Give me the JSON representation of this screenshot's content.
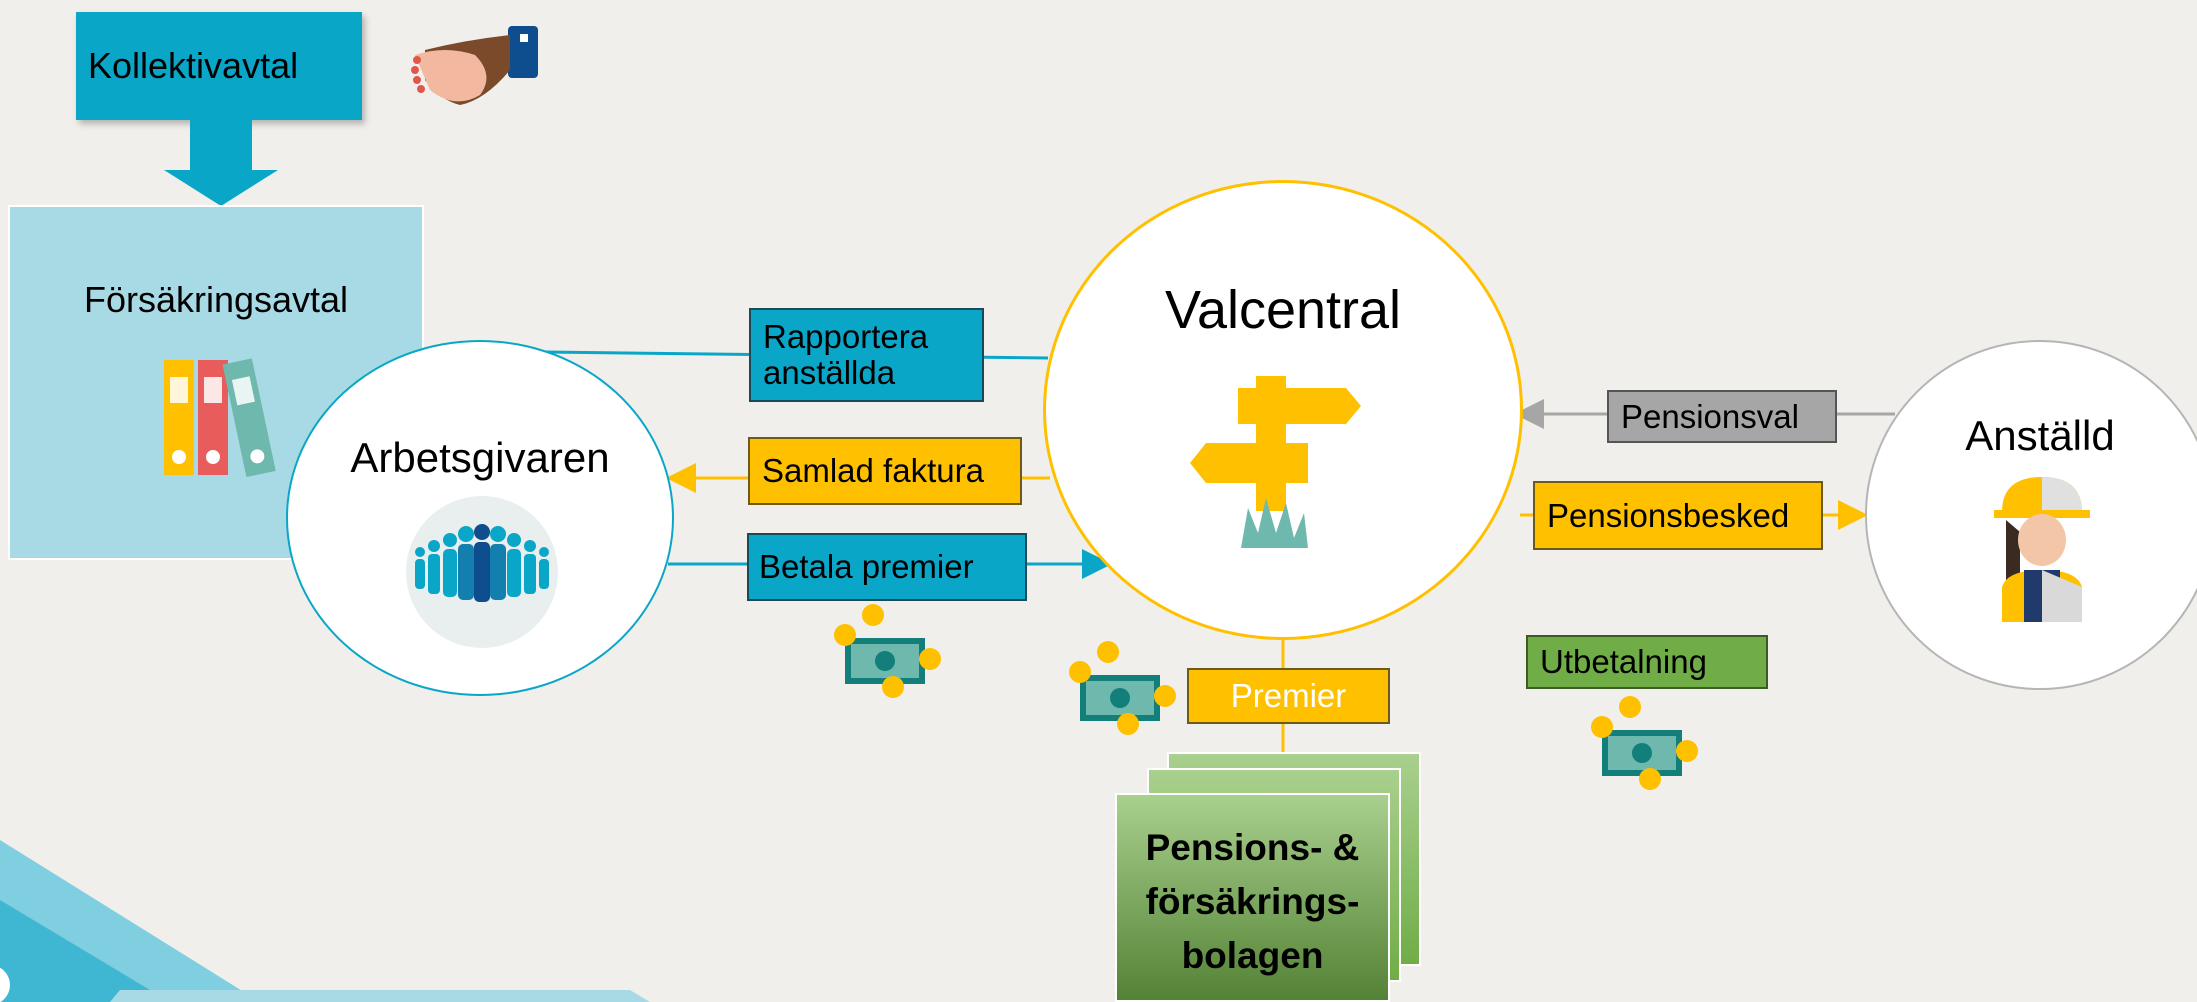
{
  "colors": {
    "background": "#f1efeb",
    "teal": "#0aa6c8",
    "yellow": "#ffc000",
    "gray": "#a6a6a6",
    "green": "#70ad47",
    "light_blue_panel": "#a8dae6"
  },
  "nodes": {
    "kollektivavtal": "Kollektivavtal",
    "forsakringsavtal": "Försäkringsavtal",
    "arbetsgivaren": "Arbetsgivaren",
    "valcentral": "Valcentral",
    "anstalld": "Anställd",
    "bolagen_line1": "Pensions- &",
    "bolagen_line2": "försäkrings-",
    "bolagen_line3": "bolagen"
  },
  "flows": {
    "rapportera_line1": "Rapportera",
    "rapportera_line2": "anställda",
    "samlad_faktura": "Samlad faktura",
    "betala_premier": "Betala premier",
    "pensionsval": "Pensionsval",
    "pensionsbesked": "Pensionsbesked",
    "premier": "Premier",
    "utbetalning": "Utbetalning"
  },
  "icons": [
    "handshake-icon",
    "binders-icon",
    "people-group-icon",
    "signpost-icon",
    "worker-icon",
    "money-icon"
  ]
}
